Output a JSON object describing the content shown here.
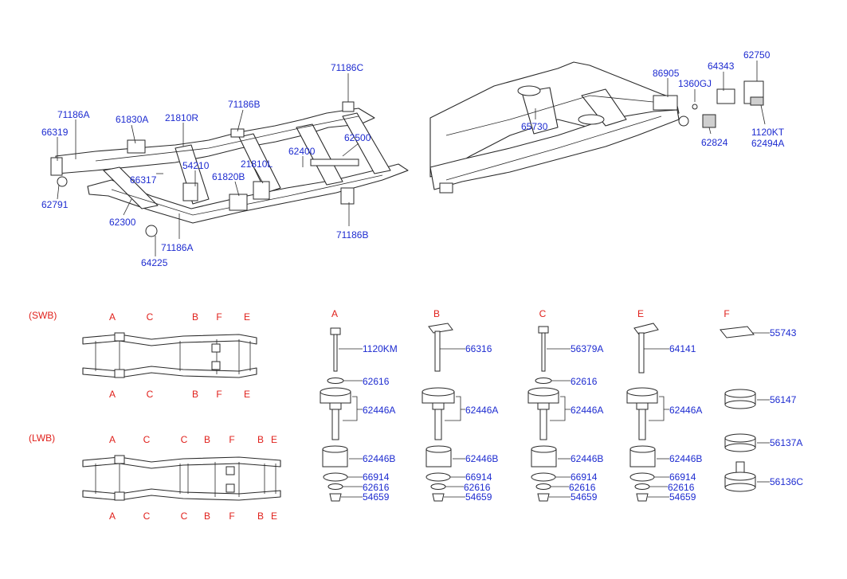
{
  "upper_labels": {
    "l71186C": "71186C",
    "l71186A_top": "71186A",
    "l61830A": "61830A",
    "l21810R": "21810R",
    "l71186B_top": "71186B",
    "l66319": "66319",
    "l62500": "62500",
    "l62400": "62400",
    "l54210": "54210",
    "l21810L": "21810L",
    "l66317": "66317",
    "l61820B": "61820B",
    "l62791": "62791",
    "l62300": "62300",
    "l71186A_bot": "71186A",
    "l64225": "64225",
    "l71186B_bot": "71186B",
    "l86905": "86905",
    "l64343": "64343",
    "l62750": "62750",
    "l1360GJ": "1360GJ",
    "l65730": "65730",
    "l62824": "62824",
    "l1120KT": "1120KT",
    "l62494A": "62494A"
  },
  "layouts": {
    "swb": {
      "label": "(SWB)",
      "top_letters": [
        "A",
        "C",
        "B",
        "F",
        "E"
      ],
      "bottom_letters": [
        "A",
        "C",
        "B",
        "F",
        "E"
      ]
    },
    "lwb": {
      "label": "(LWB)",
      "top_letters": [
        "A",
        "C",
        "C",
        "B",
        "F",
        "B",
        "E"
      ],
      "bottom_letters": [
        "A",
        "C",
        "C",
        "B",
        "F",
        "B",
        "E"
      ]
    }
  },
  "mount_columns": [
    {
      "header": "A",
      "parts": [
        "1120KM",
        "62616",
        "62446A",
        "62446B",
        "66914",
        "62616",
        "54659"
      ]
    },
    {
      "header": "B",
      "parts": [
        "66316",
        "62446A",
        "62446B",
        "66914",
        "62616",
        "54659"
      ]
    },
    {
      "header": "C",
      "parts": [
        "56379A",
        "62616",
        "62446A",
        "62446B",
        "66914",
        "62616",
        "54659"
      ]
    },
    {
      "header": "E",
      "parts": [
        "64141",
        "62446A",
        "62446B",
        "66914",
        "62616",
        "54659"
      ]
    },
    {
      "header": "F",
      "parts": [
        "55743",
        "56147",
        "56137A",
        "56136C"
      ]
    }
  ],
  "colors": {
    "label_blue": "#1d2bd0",
    "label_red": "#e0201b",
    "line": "#2a2a2a"
  }
}
